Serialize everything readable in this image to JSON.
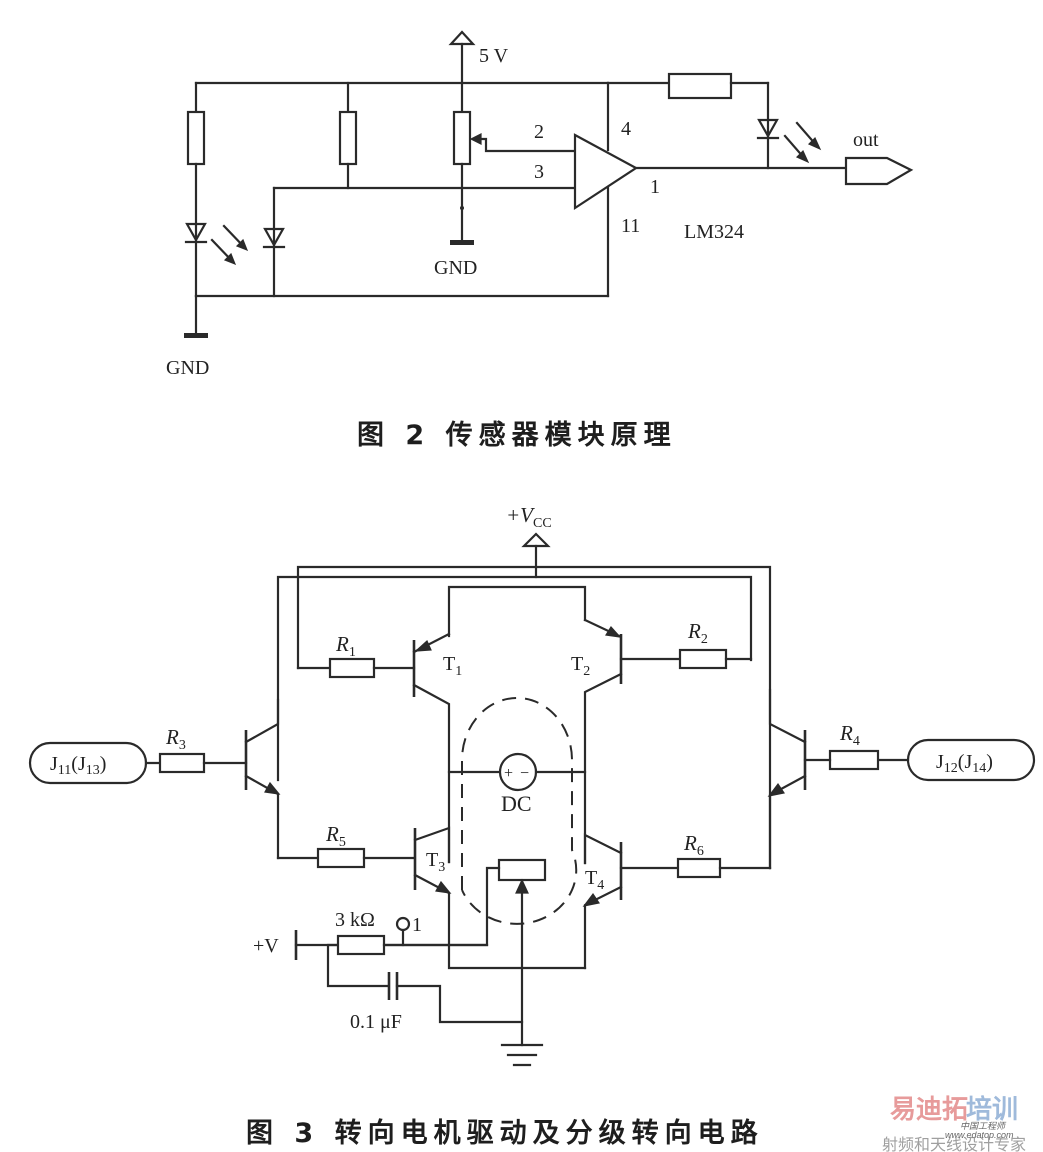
{
  "figure2": {
    "caption": "图 2   传感器模块原理",
    "supply_label": "5 V",
    "gnd_label_pot": "GND",
    "gnd_label_main": "GND",
    "opamp_pins": {
      "inverting": "2",
      "non_inverting": "3",
      "vcc": "4",
      "output": "1",
      "gnd": "11"
    },
    "chip_label": "LM324",
    "output_label": "out"
  },
  "figure3": {
    "caption": "图 3   转向电机驱动及分级转向电路",
    "supply_label": "+V",
    "supply_sub": "CC",
    "resistors": {
      "r1": {
        "main": "R",
        "sub": "1"
      },
      "r2": {
        "main": "R",
        "sub": "2"
      },
      "r3": {
        "main": "R",
        "sub": "3"
      },
      "r4": {
        "main": "R",
        "sub": "4"
      },
      "r5": {
        "main": "R",
        "sub": "5"
      },
      "r6": {
        "main": "R",
        "sub": "6"
      }
    },
    "transistors": {
      "t1": {
        "main": "T",
        "sub": "1"
      },
      "t2": {
        "main": "T",
        "sub": "2"
      },
      "t3": {
        "main": "T",
        "sub": "3"
      },
      "t4": {
        "main": "T",
        "sub": "4"
      }
    },
    "connector_left": {
      "j": "J",
      "j_sub": "11",
      "alt": "J",
      "alt_sub": "13"
    },
    "connector_right": {
      "j": "J",
      "j_sub": "12",
      "alt": "J",
      "alt_sub": "14"
    },
    "motor_label": "DC",
    "motor_plus": "+",
    "motor_minus": "−",
    "pv_label": "+V",
    "resistor_value": "3 kΩ",
    "terminal_label": "1",
    "capacitor_value": "0.1 μF"
  },
  "watermark": {
    "line1a": "易迪拓",
    "line1b": "培训",
    "line2": "射频和天线设计专家",
    "url": "www.edatop.com",
    "small": "中国工程师"
  }
}
